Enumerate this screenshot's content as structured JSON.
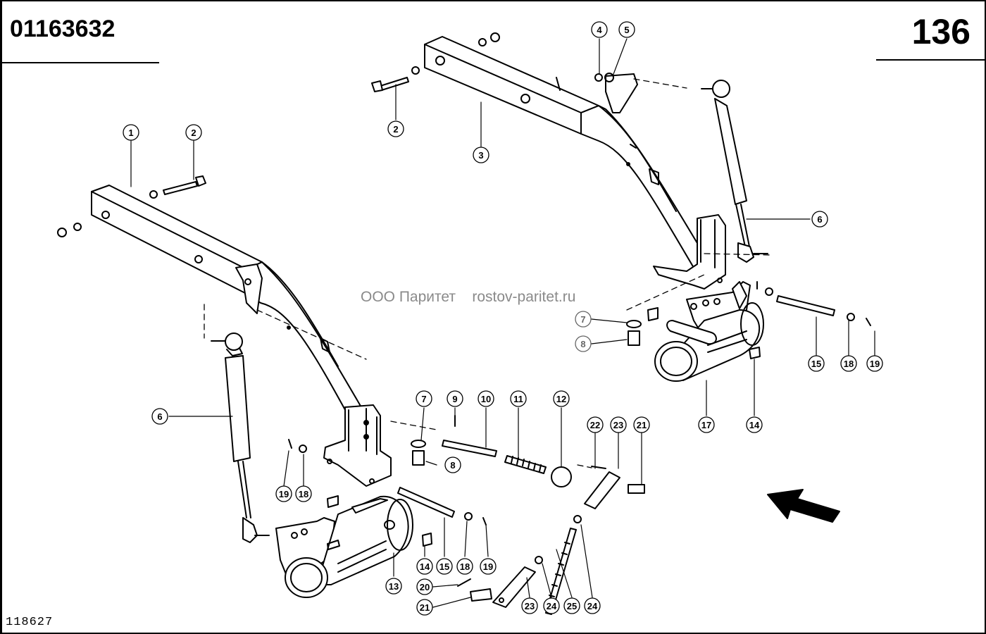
{
  "header": {
    "doc_number": "01163632",
    "page_number": "136"
  },
  "footer": {
    "drawing_code": "118627"
  },
  "watermark": {
    "company": "ООО Паритет",
    "website": "rostov-paritet.ru"
  },
  "callouts": [
    "1",
    "2",
    "3",
    "4",
    "5",
    "6",
    "7",
    "8",
    "9",
    "10",
    "11",
    "12",
    "13",
    "14",
    "15",
    "17",
    "18",
    "19",
    "20",
    "21",
    "22",
    "23",
    "24",
    "25"
  ],
  "direction_arrow": "arrow-icon"
}
